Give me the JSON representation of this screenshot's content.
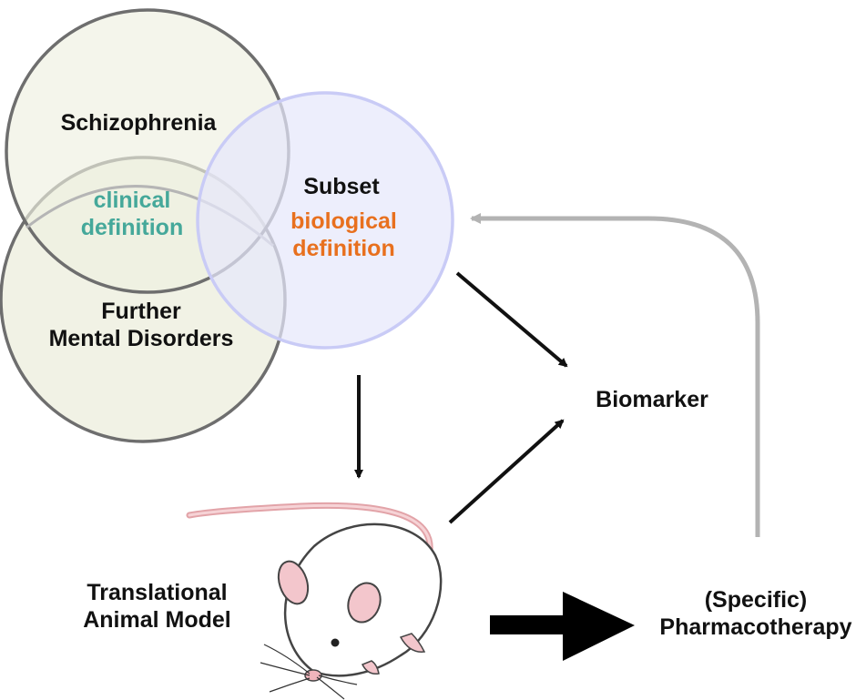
{
  "labels": {
    "schizophrenia": "Schizophrenia",
    "clinical_line1": "clinical",
    "clinical_line2": "definition",
    "subset": "Subset",
    "biological_line1": "biological",
    "biological_line2": "definition",
    "further_line1": "Further",
    "further_line2": "Mental Disorders",
    "biomarker": "Biomarker",
    "animal_line1": "Translational",
    "animal_line2": "Animal Model",
    "pharma_line1": "(Specific)",
    "pharma_line2": "Pharmacotherapy"
  },
  "colors": {
    "clinical": "#45a89a",
    "biological": "#e8701e",
    "text": "#111111",
    "circle_fill": "#eef0e0",
    "circle_stroke": "#6e6e6e",
    "subset_fill": "#e6e8fb",
    "subset_stroke": "#c9cbf6",
    "feedback_arrow": "#b3b3b3"
  },
  "icons": {
    "animal": "mouse-illustration"
  }
}
